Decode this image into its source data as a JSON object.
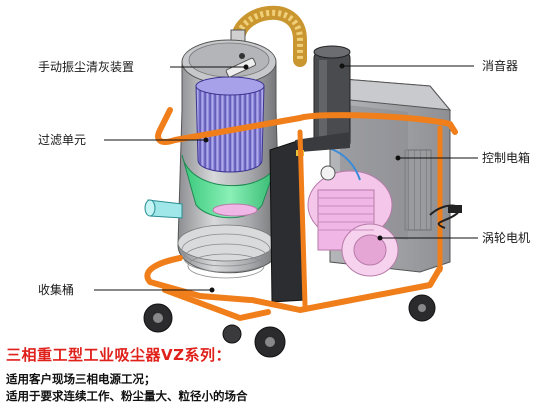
{
  "labels": {
    "shaker": "手动振尘清灰装置",
    "filter": "过滤单元",
    "bucket": "收集桶",
    "muffler": "消音器",
    "control_box": "控制电箱",
    "motor": "涡轮电机"
  },
  "headline": "三相重工型工业吸尘器VZ系列：",
  "descriptions": [
    "适用客户现场三相电源工况；",
    "适用于要求连续工作、粉尘量大、粒径小的场合"
  ],
  "colors": {
    "frame": "#f07e1a",
    "tank": "#a7a8ab",
    "filter": "#8d86d8",
    "motor": "#f0b6e6",
    "hose": "#d7a84a",
    "headline": "#e0201a"
  }
}
